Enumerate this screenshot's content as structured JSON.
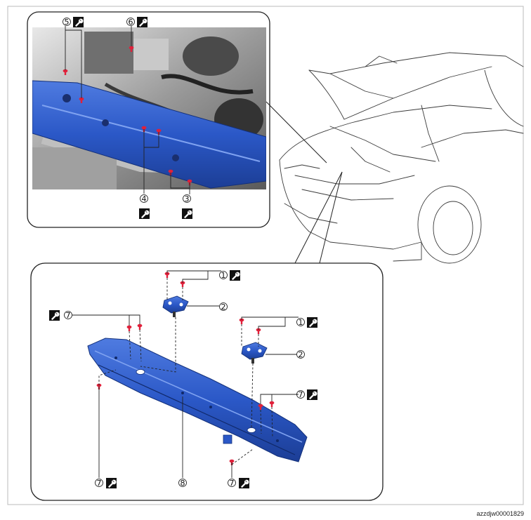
{
  "document_id": "azzdjw00001829",
  "top_callouts": {
    "c5": "5",
    "c6": "6",
    "c4": "4",
    "c3": "3"
  },
  "bottom_callouts": {
    "c1a": "1",
    "c2a": "2",
    "c1b": "1",
    "c2b": "2",
    "c7_left_top": "7",
    "c7_right_mid": "7",
    "c7_left_bottom": "7",
    "c7_right_bottom": "7",
    "c8": "8"
  },
  "colors": {
    "part_blue": "#2b58c7",
    "part_blue_dark": "#1c3e96",
    "bolt_red": "#e0203a",
    "frame": "#222222"
  },
  "icons": [
    "torque-wrench-icon",
    "bolt-icon",
    "nut-icon",
    "hood-open-car-icon"
  ]
}
